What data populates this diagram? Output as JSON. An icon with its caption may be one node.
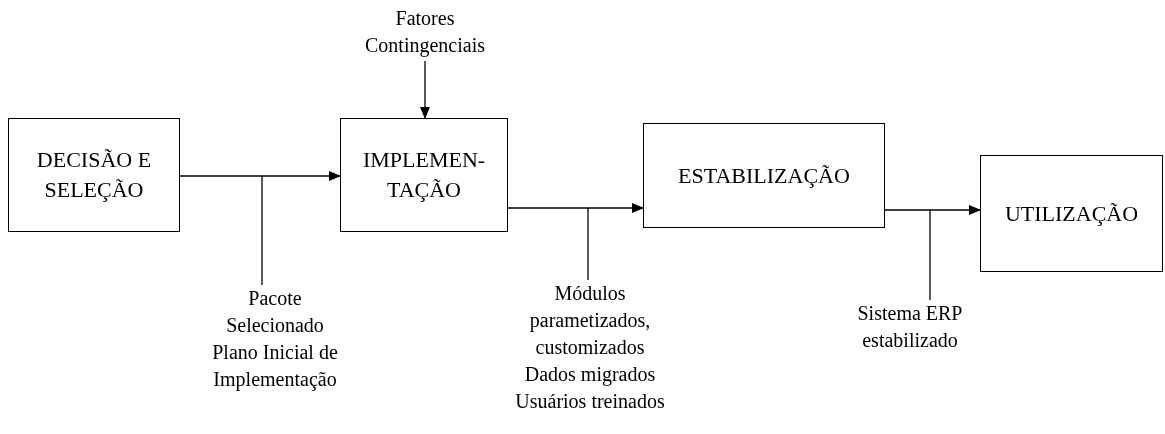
{
  "diagram": {
    "nodes": [
      {
        "text": [
          "DECISÃO E SELEÇÃO"
        ]
      },
      {
        "text": [
          "IMPLEMEN- TAÇÃO"
        ]
      },
      {
        "text": [
          "ESTABILIZAÇÃO"
        ]
      },
      {
        "text": [
          "UTILIZAÇÃO"
        ]
      },
      {
        "text": [
          "Fatores Contingenciais"
        ]
      },
      {
        "text": [
          "Pacote Selecionado",
          "Plano Inicial de Implementação"
        ]
      },
      {
        "text": [
          "Módulos parametizados, customizados",
          "Dados migrados",
          "Usuários treinados"
        ]
      },
      {
        "text": [
          "Sistema ERP estabilizado"
        ]
      }
    ],
    "edges": [
      {
        "from": 0,
        "to": 1,
        "arrow": "to"
      },
      {
        "from": 1,
        "to": 2,
        "arrow": "to"
      },
      {
        "from": 2,
        "to": 3,
        "arrow": "to"
      },
      {
        "from": 4,
        "to": 1,
        "arrow": "to"
      },
      {
        "from": 5,
        "to": null,
        "arrow": "none"
      },
      {
        "from": 6,
        "to": null,
        "arrow": "none"
      },
      {
        "from": 7,
        "to": null,
        "arrow": "none"
      }
    ]
  }
}
